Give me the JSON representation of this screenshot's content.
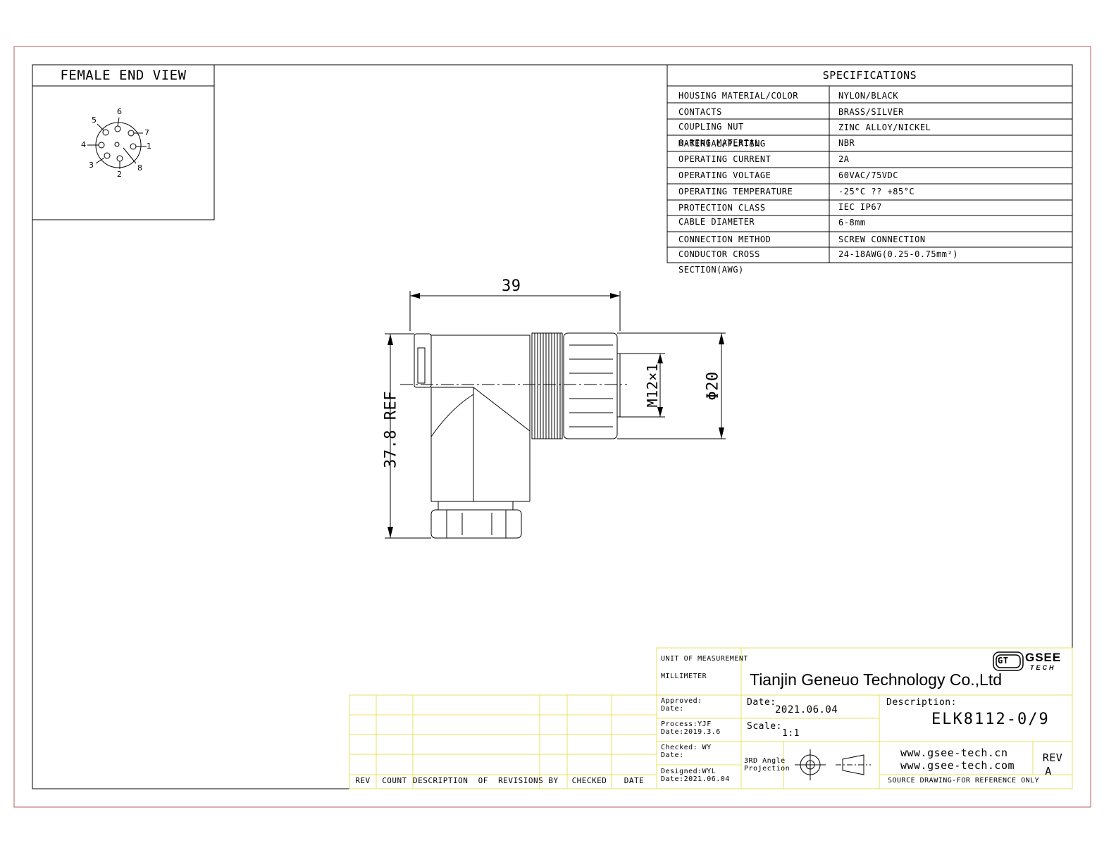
{
  "female_end_view": {
    "title": "FEMALE END VIEW",
    "pins": [
      "1",
      "2",
      "3",
      "4",
      "5",
      "6",
      "7",
      "8"
    ]
  },
  "specifications": {
    "title": "SPECIFICATIONS",
    "rows": [
      {
        "label": "HOUSING MATERIAL/COLOR",
        "value": "NYLON/BLACK"
      },
      {
        "label": "CONTACTS",
        "value": "BRASS/SILVER"
      },
      {
        "label": "COUPLING NUT MATERIAL/PLATING",
        "value": "ZINC ALLOY/NICKEL"
      },
      {
        "label": "O-RING MATERIAL",
        "value": "NBR"
      },
      {
        "label": "OPERATING CURRENT",
        "value": "2A"
      },
      {
        "label": "OPERATING VOLTAGE",
        "value": "60VAC/75VDC"
      },
      {
        "label": "OPERATING TEMPERATURE",
        "value": "-25°C ?? +85°C"
      },
      {
        "label": "PROTECTION CLASS",
        "value": "IEC  IP67"
      },
      {
        "label": "CABLE  DIAMETER",
        "value": "6-8mm"
      },
      {
        "label": "CONNECTION  METHOD",
        "value": "SCREW  CONNECTION"
      },
      {
        "label": "CONDUCTOR  CROSS  SECTION(AWG)",
        "value": "24-18AWG(0.25-0.75mm²)"
      }
    ]
  },
  "dimensions": {
    "length": "39",
    "height": "37.8 REF",
    "thread": "M12×1",
    "diameter": "Φ20"
  },
  "revisions_table": {
    "headers": [
      "REV",
      "COUNT",
      "DESCRIPTION  OF  REVISIONS",
      "BY",
      "CHECKED",
      "DATE"
    ]
  },
  "title_block": {
    "unit_label": "UNIT OF MEASUREMENT",
    "unit_value": "MILLIMETER",
    "company": "Tianjin Geneuo Technology Co.,Ltd",
    "logo_text": "GSEE",
    "logo_sub": "TECH",
    "logo_mark": "GT",
    "approved_label": "Approved:",
    "approved_date_label": "Date:",
    "process": "Process:YJF",
    "process_date": "Date:2019.3.6",
    "checked": "Checked: WY",
    "checked_date_label": "Date:",
    "designed": "Designed:WYL",
    "designed_date": "Date:2021.06.04",
    "date_label": "Date:",
    "date_value": "2021.06.04",
    "scale_label": "Scale:",
    "scale_value": "1:1",
    "projection_line1": "3RD Angle",
    "projection_line2": "Projection",
    "description_label": "Description:",
    "description_value": "ELK8112-0/9",
    "website1": "www.gsee-tech.cn",
    "website2": "www.gsee-tech.com",
    "rev_label": "REV",
    "rev_value": "A",
    "source_note": "SOURCE DRAWING-FOR REFERENCE ONLY"
  },
  "colors": {
    "outer_border": "#b06060",
    "line": "#000000",
    "title_block_border": "#e8e060"
  }
}
